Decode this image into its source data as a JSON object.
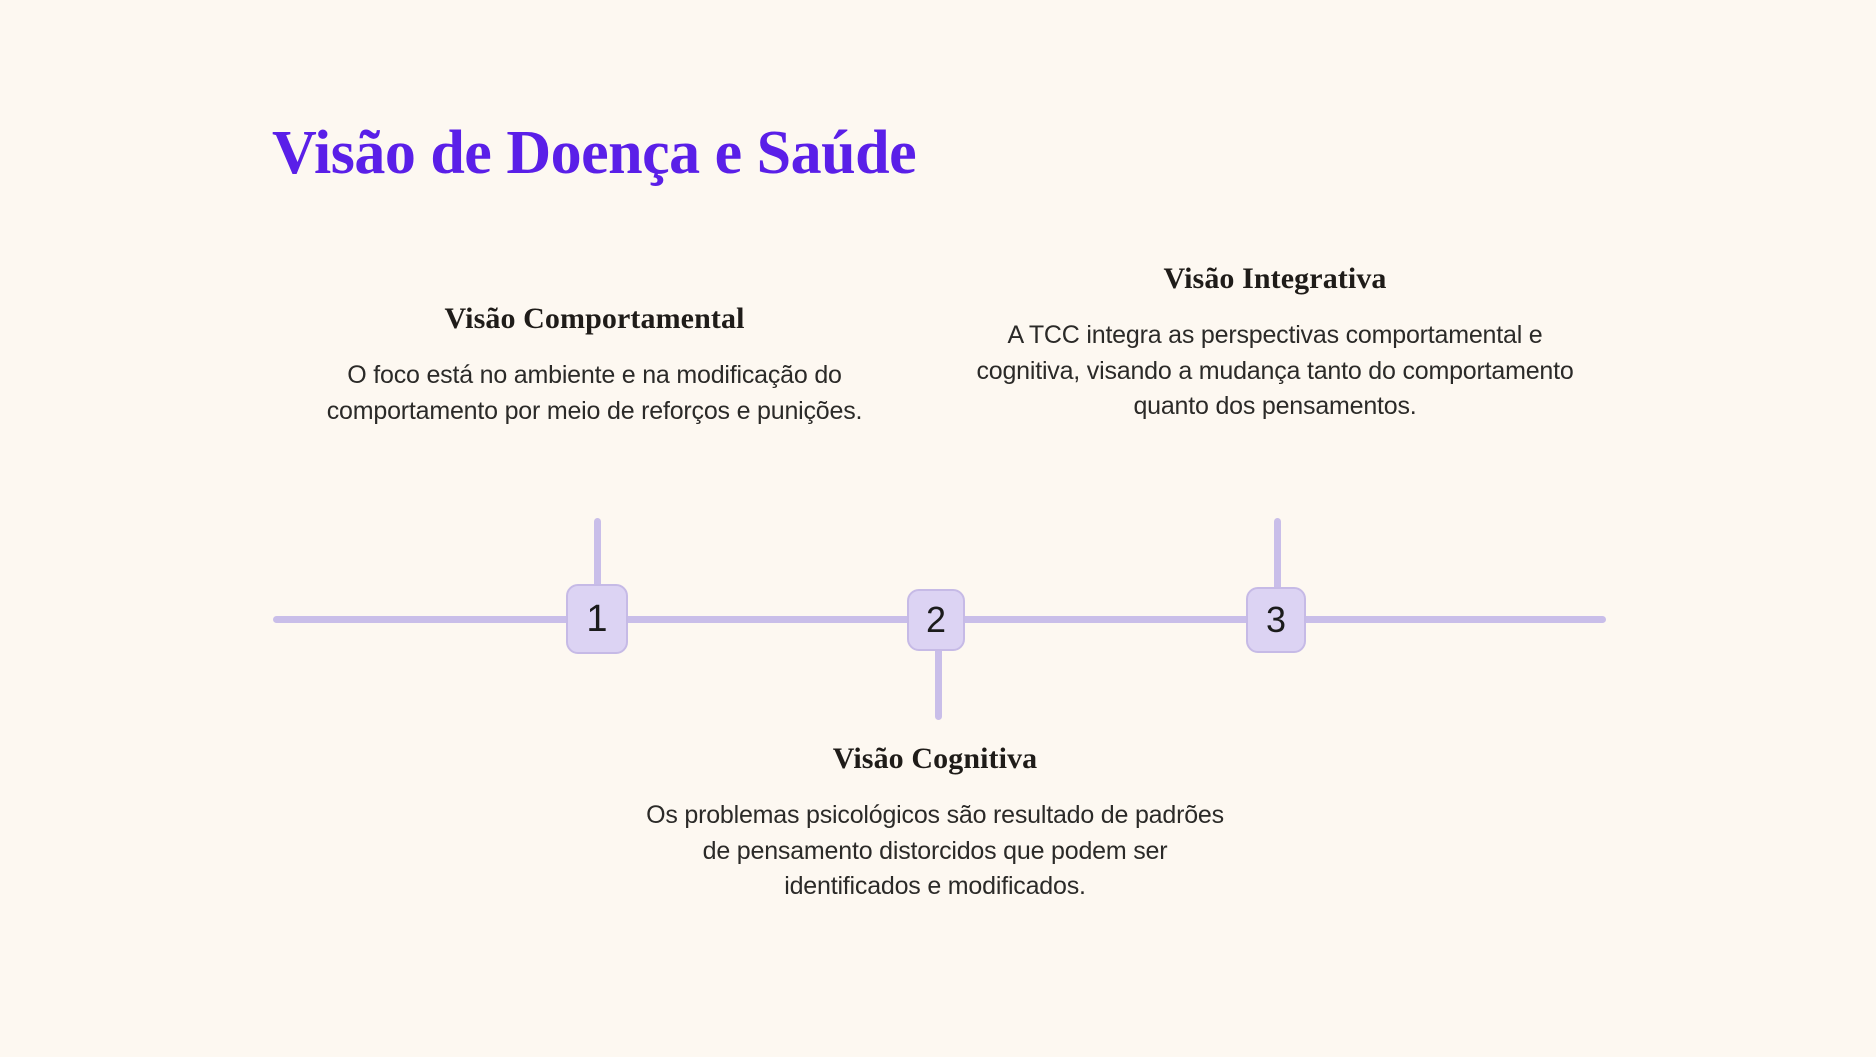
{
  "page": {
    "title": "Visão de Doença e Saúde",
    "background_color": "#FDF8F1",
    "title_color": "#5A1FE8",
    "accent_color": "#C9BEE9",
    "node_fill_color": "#DCD3F3",
    "heading_color": "#1F1C19",
    "body_color": "#2B2A28"
  },
  "timeline": {
    "orientation": "horizontal",
    "nodes": [
      {
        "marker": "1",
        "position": "above",
        "heading": "Visão Comportamental",
        "body": "O foco está no ambiente e na modificação do comportamento por meio de reforços e punições."
      },
      {
        "marker": "2",
        "position": "below",
        "heading": "Visão Cognitiva",
        "body": "Os problemas psicológicos são resultado de padrões de pensamento distorcidos que podem ser identificados e modificados."
      },
      {
        "marker": "3",
        "position": "above",
        "heading": "Visão Integrativa",
        "body": "A TCC integra as perspectivas comportamental e cognitiva, visando a mudança tanto do comportamento quanto dos pensamentos."
      }
    ]
  }
}
